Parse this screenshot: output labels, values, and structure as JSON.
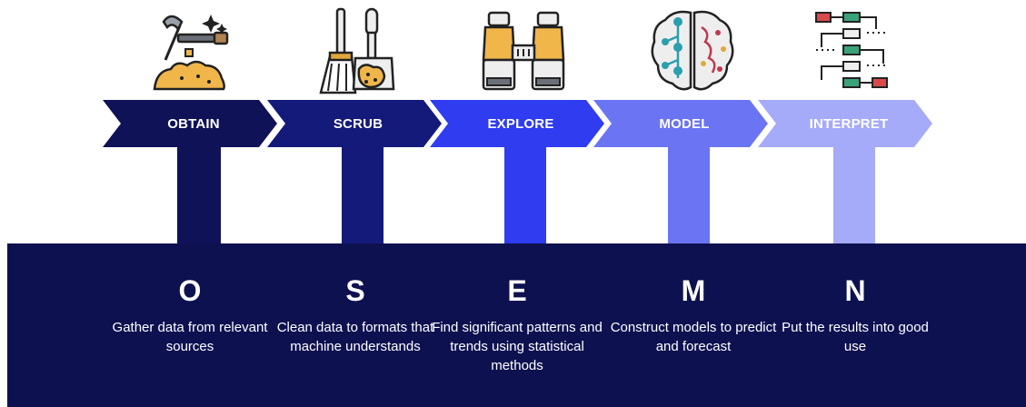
{
  "steps": [
    {
      "label": "OBTAIN",
      "letter": "O",
      "description": "Gather data from relevant sources",
      "icon": "pickaxe-gold-icon",
      "color": "#0f1257"
    },
    {
      "label": "SCRUB",
      "letter": "S",
      "description": "Clean data to formats that machine understands",
      "icon": "broom-dustpan-icon",
      "color": "#141a7a"
    },
    {
      "label": "EXPLORE",
      "letter": "E",
      "description": "Find significant patterns and trends using statistical methods",
      "icon": "binoculars-icon",
      "color": "#2f3cf0"
    },
    {
      "label": "MODEL",
      "letter": "M",
      "description": "Construct models to predict and forecast",
      "icon": "brain-network-icon",
      "color": "#6b74f2"
    },
    {
      "label": "INTERPRET",
      "letter": "N",
      "description": "Put the results into good use",
      "icon": "flowchart-icon",
      "color": "#a5abf8"
    }
  ],
  "panel_color": "#0e1150"
}
